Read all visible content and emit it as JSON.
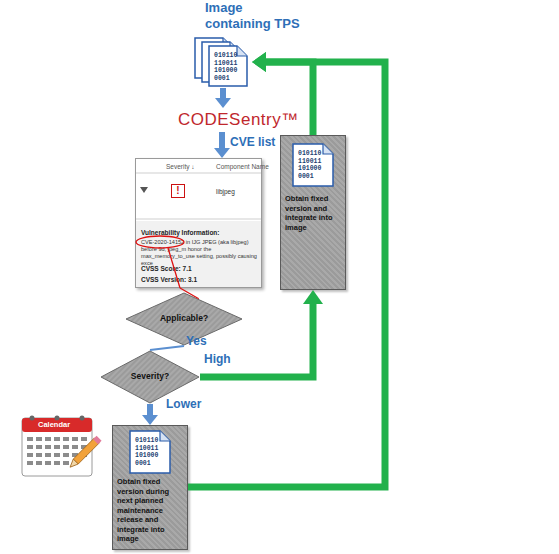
{
  "diagram": {
    "nodes": [
      {
        "text": [
          "Image containing TPS",
          "010110 110011 101000 0001"
        ]
      },
      {
        "text": [
          "CODESentry™"
        ]
      },
      {
        "text": [
          "Severity ↓",
          "Component Name",
          "!",
          "libjpeg",
          "Vulnerability Information:",
          "CVE-2020-14152 in IJG JPEG (aka libjpeg) before 9d, jpeg_m honor the max_memory_to_use setting, possibly causing exce",
          "CVSS Score: 7.1",
          "CVSS Version: 3.1"
        ]
      },
      {
        "text": [
          "Applicable?"
        ]
      },
      {
        "text": [
          "Severity?"
        ]
      },
      {
        "text": [
          "010110 110011 101000 0001",
          "Obtain fixed version and integrate into image"
        ]
      },
      {
        "text": [
          "010110 110011 101000 0001",
          "Obtain fixed version during next planned maintenance release and integrate into image"
        ]
      }
    ],
    "edges": [
      {
        "from": 0,
        "to": 1,
        "arrow": "to"
      },
      {
        "from": 1,
        "to": 2,
        "label": "CVE list",
        "arrow": "to"
      },
      {
        "from": 2,
        "to": 3,
        "arrow": "none"
      },
      {
        "from": 3,
        "to": 4,
        "label": "Yes",
        "arrow": "none"
      },
      {
        "from": 4,
        "to": 5,
        "label": "High",
        "arrow": "to"
      },
      {
        "from": 5,
        "to": 0,
        "arrow": "to"
      },
      {
        "from": 4,
        "to": 6,
        "label": "Lower",
        "arrow": "to"
      },
      {
        "from": 6,
        "to": 0,
        "arrow": "to"
      }
    ],
    "labels": [
      "Calendar"
    ]
  }
}
